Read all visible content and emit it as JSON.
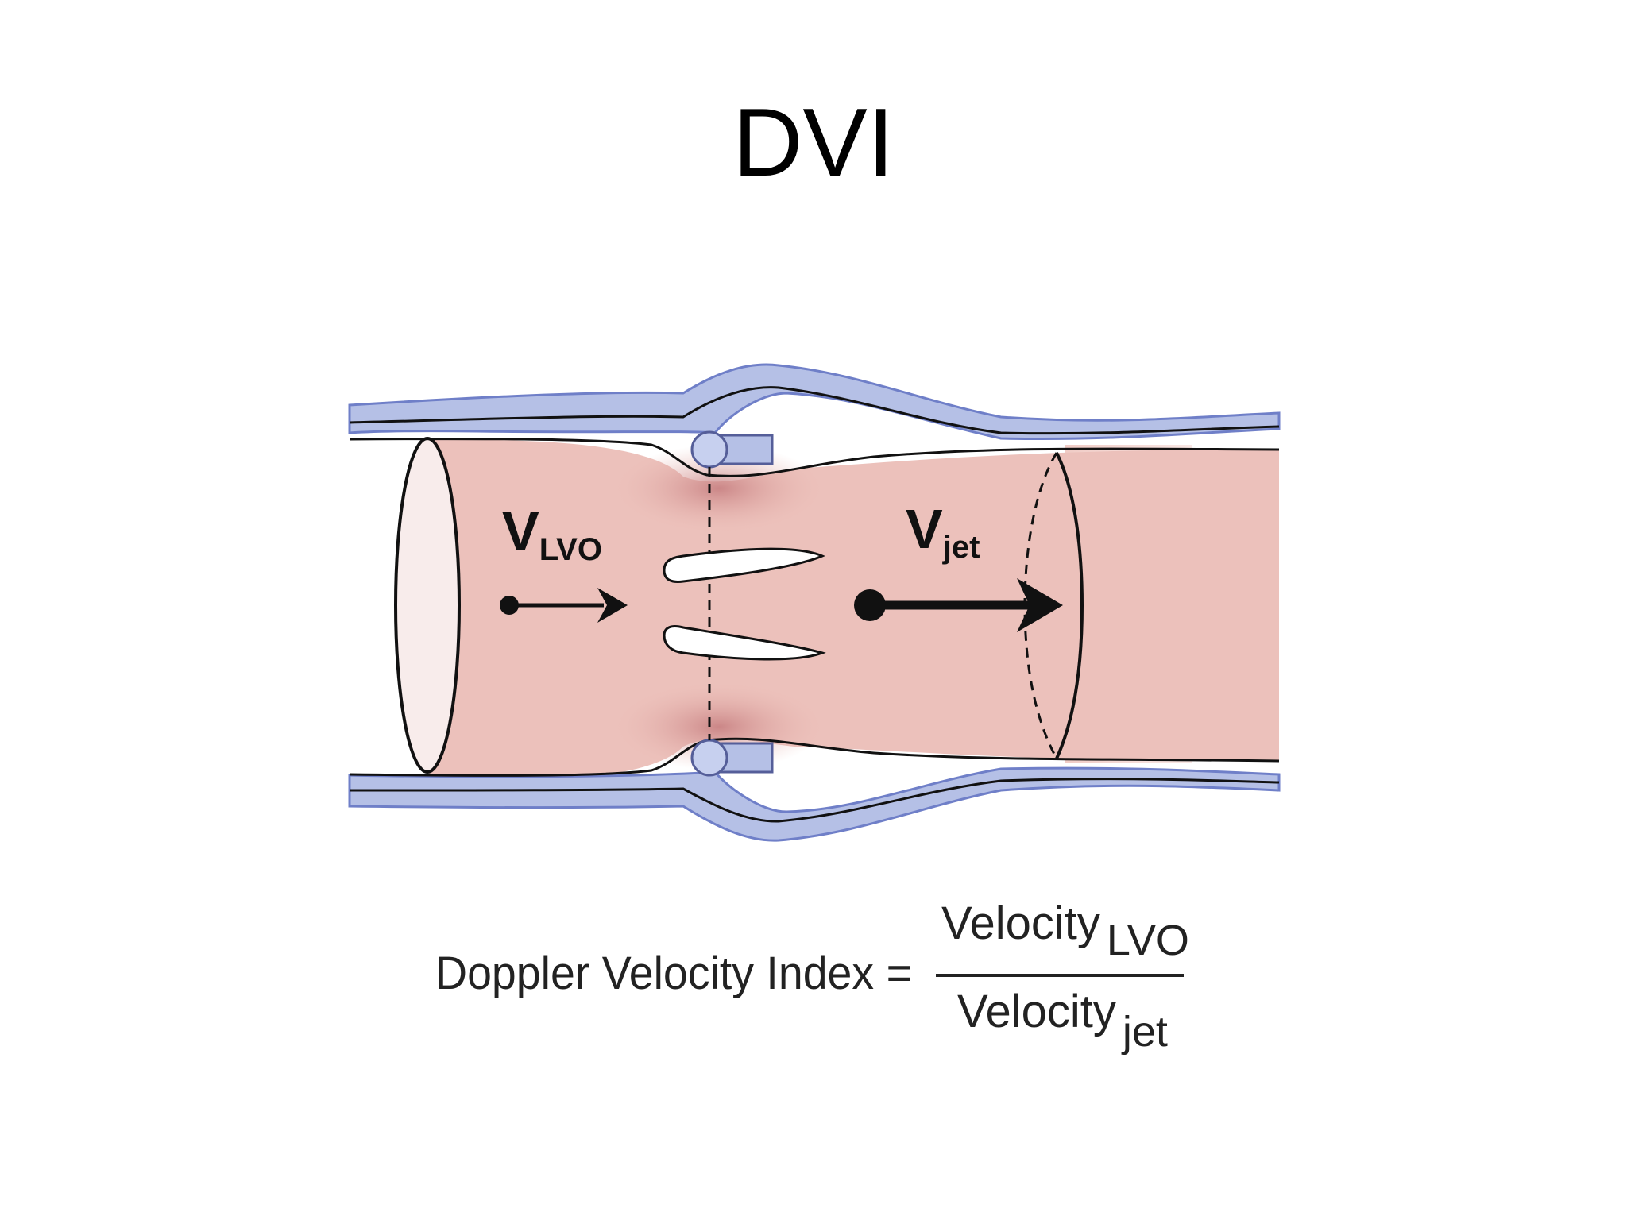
{
  "slide": {
    "title": "DVI"
  },
  "diagram": {
    "lvo_label": {
      "main": "V",
      "sub": "LVO"
    },
    "jet_label": {
      "main": "V",
      "sub": "jet"
    },
    "formula": {
      "lhs": "Doppler Velocity Index =",
      "numerator_main": "Velocity",
      "numerator_sub": "LVO",
      "denominator_main": "Velocity",
      "denominator_sub": "jet"
    },
    "colors": {
      "blood": "#ecc1bb",
      "blood_dark": "#d99a95",
      "wall": "#b5c0e6",
      "wall_stroke": "#6f7fc8",
      "outline": "#111111",
      "leaflet": "#ffffff"
    }
  }
}
